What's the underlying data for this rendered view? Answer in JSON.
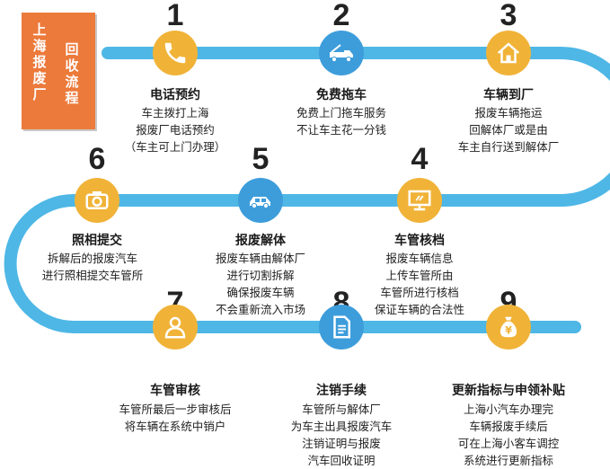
{
  "badge": {
    "line1": "上海报废厂",
    "line2": "回收流程"
  },
  "colors": {
    "track": "#4eb7e6",
    "orange": "#f0b338",
    "blue": "#3d9ddb",
    "badge": "#ec7a3b"
  },
  "steps": [
    {
      "num": "1",
      "title": "电话预约",
      "icon": "phone-icon",
      "color": "orange",
      "lines": [
        "车主拨打上海",
        "报废厂电话预约",
        "（车主可上门办理）"
      ]
    },
    {
      "num": "2",
      "title": "免费拖车",
      "icon": "tow-truck-icon",
      "color": "blue",
      "lines": [
        "免费上门拖车服务",
        "不让车主花一分钱"
      ]
    },
    {
      "num": "3",
      "title": "车辆到厂",
      "icon": "house-icon",
      "color": "orange",
      "lines": [
        "报废车辆拖运",
        "回解体厂或是由",
        "车主自行送到解体厂"
      ]
    },
    {
      "num": "4",
      "title": "车管核档",
      "icon": "monitor-icon",
      "color": "orange",
      "lines": [
        "报废车辆信息",
        "上传车管所由",
        "车管所进行核档",
        "保证车辆的合法性"
      ]
    },
    {
      "num": "5",
      "title": "报废解体",
      "icon": "car-icon",
      "color": "blue",
      "lines": [
        "报废车辆由解体厂",
        "进行切割拆解",
        "确保报废车辆",
        "不会重新流入市场"
      ]
    },
    {
      "num": "6",
      "title": "照相提交",
      "icon": "camera-icon",
      "color": "orange",
      "lines": [
        "拆解后的报废汽车",
        "进行照相提交车管所"
      ]
    },
    {
      "num": "7",
      "title": "车管审核",
      "icon": "person-icon",
      "color": "orange",
      "lines": [
        "车管所最后一步审核后",
        "将车辆在系统中销户"
      ]
    },
    {
      "num": "8",
      "title": "注销手续",
      "icon": "document-icon",
      "color": "blue",
      "lines": [
        "车管所与解体厂",
        "为车主出具报废汽车",
        "注销证明与报废",
        "汽车回收证明"
      ]
    },
    {
      "num": "9",
      "title": "更新指标与申领补贴",
      "icon": "money-bag-icon",
      "color": "orange",
      "lines": [
        "上海小汽车办理完",
        "车辆报废手续后",
        "可在上海小客车调控",
        "系统进行更新指标"
      ]
    }
  ]
}
